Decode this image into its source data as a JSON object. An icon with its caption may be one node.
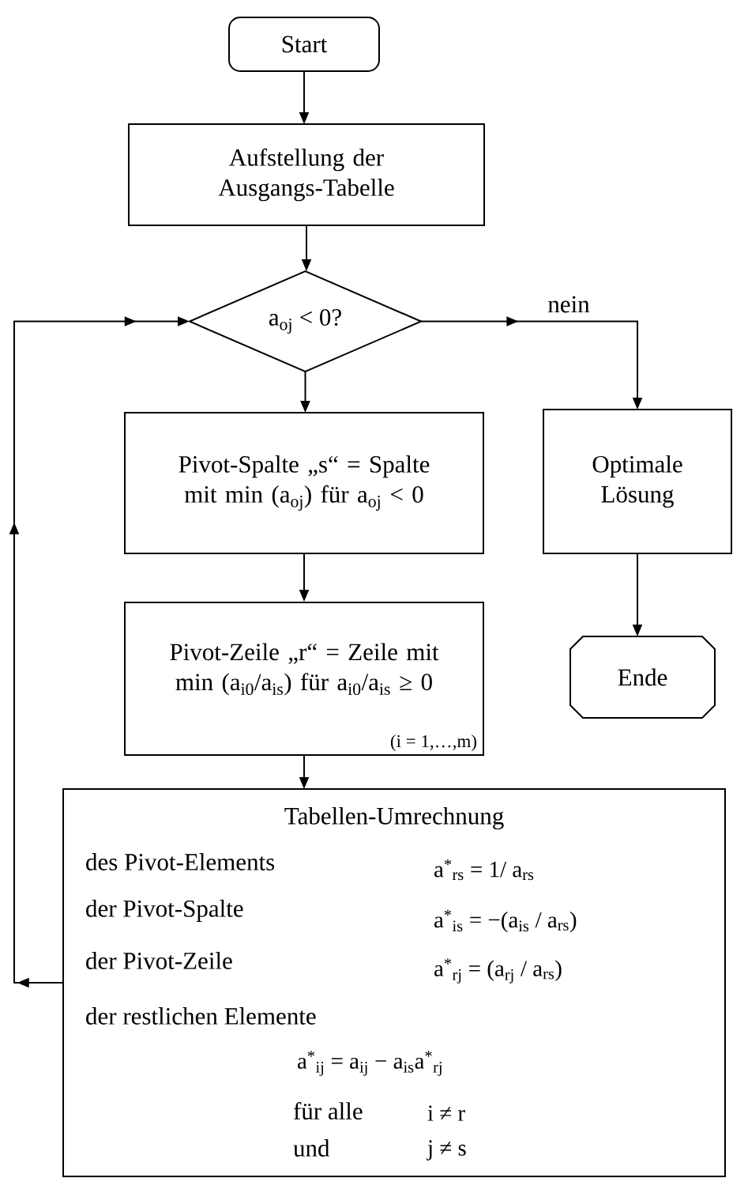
{
  "diagram": {
    "nodes": [
      {
        "text": [
          "Start"
        ]
      },
      {
        "text": [
          "Aufstellung der Ausgangs-Tabelle"
        ]
      },
      {
        "text": [
          "a$_{oj}$ < 0?"
        ]
      },
      {
        "text": [
          "Pivot-Spalte „s“ = Spalte mit min (a$_{oj}$) für a$_{oj}$ < 0"
        ]
      },
      {
        "text": [
          "Optimale Lösung"
        ]
      },
      {
        "text": [
          "Ende"
        ]
      },
      {
        "text": [
          "Pivot-Zeile „r“ = Zeile mit min (a$_{i0}$/a$_{is}$) für a$_{i0}$/a$_{is}$ ≥ 0",
          "(i = 1,…,m)"
        ]
      },
      {
        "text": [
          "Tabellen-Umrechnung",
          "des Pivot-Elements",
          "a$^{*}$$_{rs}$ = 1/ a$_{rs}$",
          "der Pivot-Spalte",
          "a$^{*}$$_{is}$ = −(a$_{is}$ / a$_{rs}$)",
          "der Pivot-Zeile",
          "a$^{*}$$_{rj}$ = (a$_{rj}$ / a$_{rs}$)",
          "der restlichen Elemente",
          "a$^{*}$$_{ij}$ = a$_{ij}$ − a$_{is}$a$^{*}$$_{rj}$",
          "für alle",
          "i ≠ r",
          "und",
          "j ≠ s"
        ]
      }
    ],
    "edges": [
      {
        "from": 0,
        "to": 1,
        "arrow": "to"
      },
      {
        "from": 1,
        "to": 2,
        "arrow": "to"
      },
      {
        "from": 2,
        "to": 3,
        "arrow": "to"
      },
      {
        "from": 2,
        "to": 4,
        "arrow": "to",
        "label": "nein"
      },
      {
        "from": 3,
        "to": 6,
        "arrow": "to"
      },
      {
        "from": 6,
        "to": 7,
        "arrow": "to"
      },
      {
        "from": 4,
        "to": 5,
        "arrow": "to"
      },
      {
        "from": 7,
        "to": 2,
        "arrow": "to"
      }
    ]
  }
}
